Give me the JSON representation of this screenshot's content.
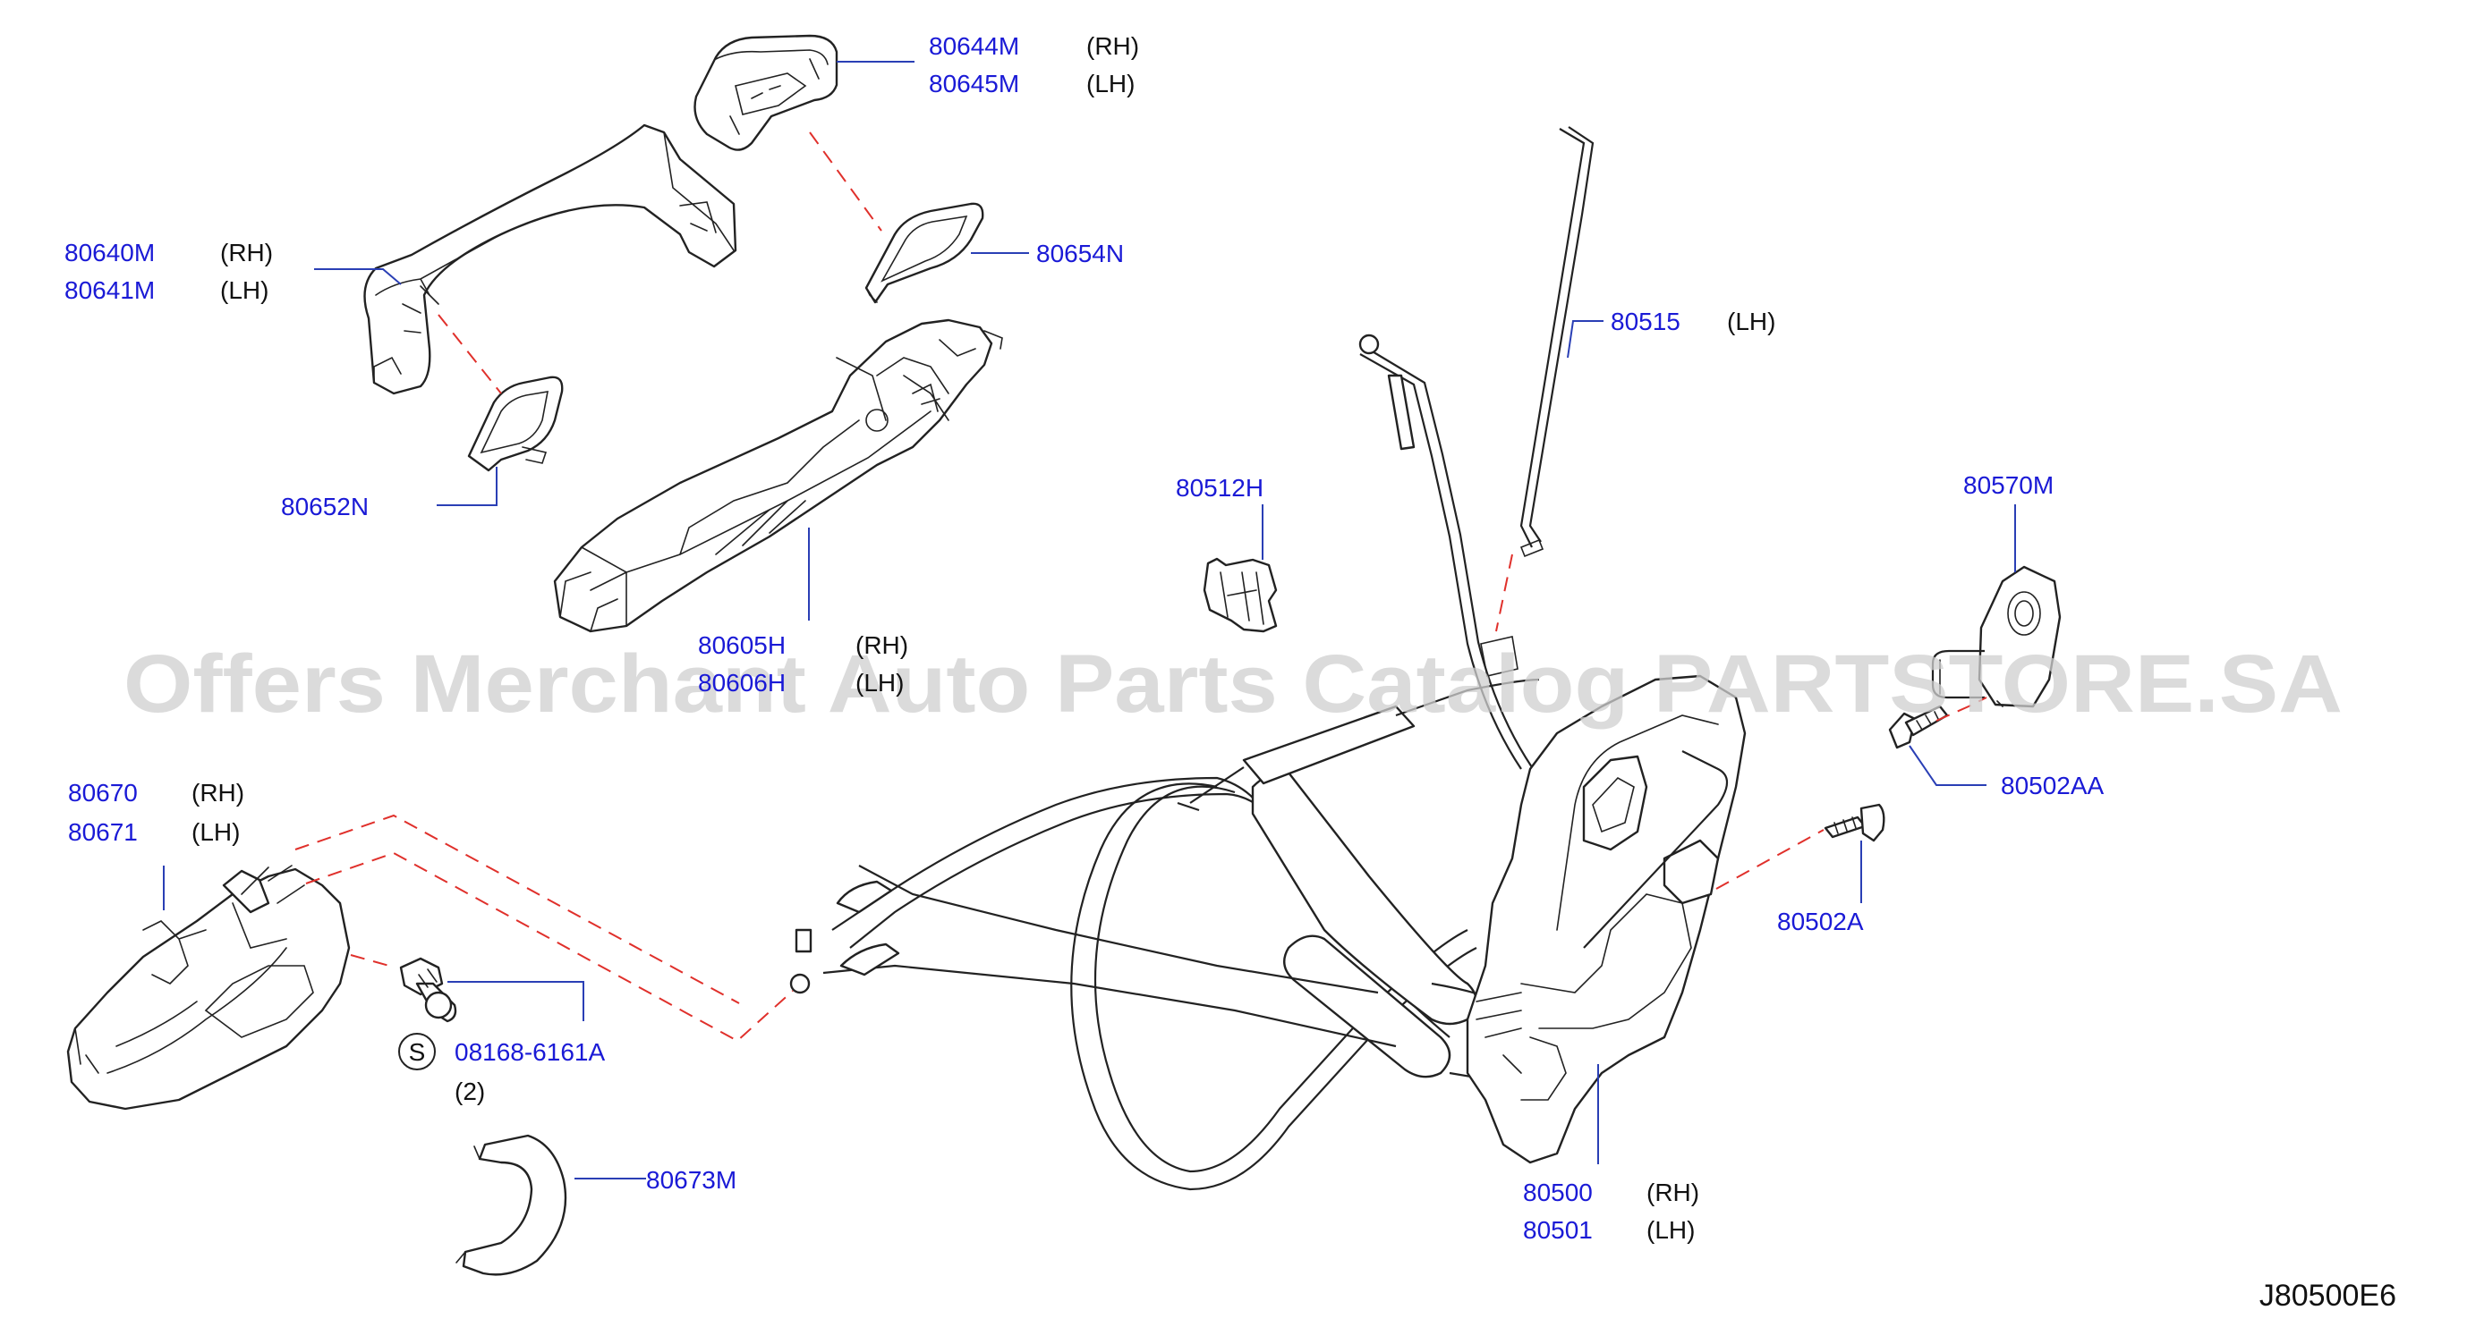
{
  "diagram_code": "J80500E6",
  "watermark": "Offers Merchant Auto Parts Catalog PARTSTORE.SA",
  "labels": {
    "p80644": {
      "no": "80644M",
      "side": "(RH)"
    },
    "p80645": {
      "no": "80645M",
      "side": "(LH)"
    },
    "p80640": {
      "no": "80640M",
      "side": "(RH)"
    },
    "p80641": {
      "no": "80641M",
      "side": "(LH)"
    },
    "p80654": {
      "no": "80654N"
    },
    "p80652": {
      "no": "80652N"
    },
    "p80605": {
      "no": "80605H",
      "side": "(RH)"
    },
    "p80606": {
      "no": "80606H",
      "side": "(LH)"
    },
    "p80515": {
      "no": "80515",
      "side": "(LH)"
    },
    "p80512": {
      "no": "80512H"
    },
    "p80570": {
      "no": "80570M"
    },
    "p80502aa": {
      "no": "80502AA"
    },
    "p80502a": {
      "no": "80502A"
    },
    "p80670": {
      "no": "80670",
      "side": "(RH)"
    },
    "p80671": {
      "no": "80671",
      "side": "(LH)"
    },
    "p08168": {
      "symbol": "S",
      "no": "08168-6161A",
      "qty": "(2)"
    },
    "p80673": {
      "no": "80673M"
    },
    "p80500": {
      "no": "80500",
      "side": "(RH)"
    },
    "p80501": {
      "no": "80501",
      "side": "(LH)"
    }
  }
}
